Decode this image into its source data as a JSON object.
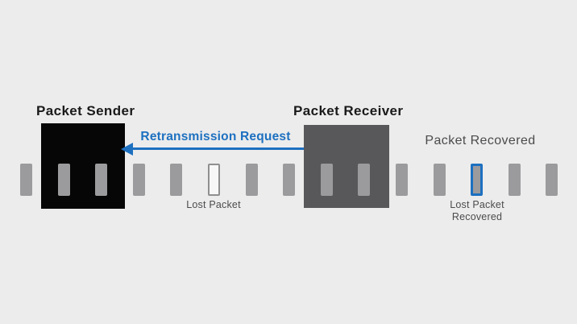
{
  "diagram": {
    "sender": {
      "title": "Packet Sender"
    },
    "receiver": {
      "title": "Packet Receiver"
    },
    "arrow": {
      "label": "Retransmission Request",
      "direction": "left"
    },
    "recovered_caption": "Packet Recovered",
    "lost_packet_caption": "Lost Packet",
    "recovered_packet_caption_line1": "Lost Packet",
    "recovered_packet_caption_line2": "Recovered"
  },
  "colors": {
    "background": "#ececec",
    "accent_blue": "#1d70c0",
    "packet_gray": "#9b9b9d",
    "sender_black": "#060606",
    "receiver_gray": "#58585b",
    "lost_packet_fill": "#f7f7f7",
    "lost_packet_border": "#8f8f8f",
    "text_dark": "#1a1a1a",
    "text_gray": "#4b4b4d"
  },
  "packets": [
    {
      "type": "normal"
    },
    {
      "type": "normal"
    },
    {
      "type": "normal"
    },
    {
      "type": "normal"
    },
    {
      "type": "normal"
    },
    {
      "type": "lost"
    },
    {
      "type": "normal"
    },
    {
      "type": "normal"
    },
    {
      "type": "normal"
    },
    {
      "type": "normal"
    },
    {
      "type": "normal"
    },
    {
      "type": "normal"
    },
    {
      "type": "recovered"
    },
    {
      "type": "normal"
    },
    {
      "type": "normal"
    }
  ]
}
